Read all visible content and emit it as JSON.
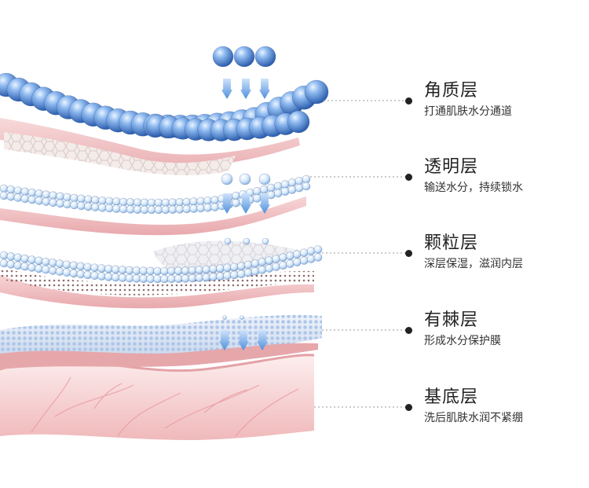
{
  "layers": [
    {
      "id": "stratum-corneum",
      "title": "角质层",
      "desc": "打通肌肤水分通道"
    },
    {
      "id": "stratum-lucidum",
      "title": "透明层",
      "desc": "输送水分，持续锁水"
    },
    {
      "id": "stratum-granulosum",
      "title": "颗粒层",
      "desc": "深层保湿，滋润内层"
    },
    {
      "id": "stratum-spinosum",
      "title": "有棘层",
      "desc": "形成水分保护膜"
    },
    {
      "id": "stratum-basale",
      "title": "基底层",
      "desc": "洗后肌肤水润不紧绷"
    }
  ],
  "colors": {
    "droplet_blue": "#3f79c9",
    "arrow_blue": "#6fa6e6",
    "skin_pink": "#f3c9c8",
    "skin_light": "#fbe5e4",
    "vessel_pink": "#e9a3a8",
    "leader_line": "#9a9a9a"
  }
}
